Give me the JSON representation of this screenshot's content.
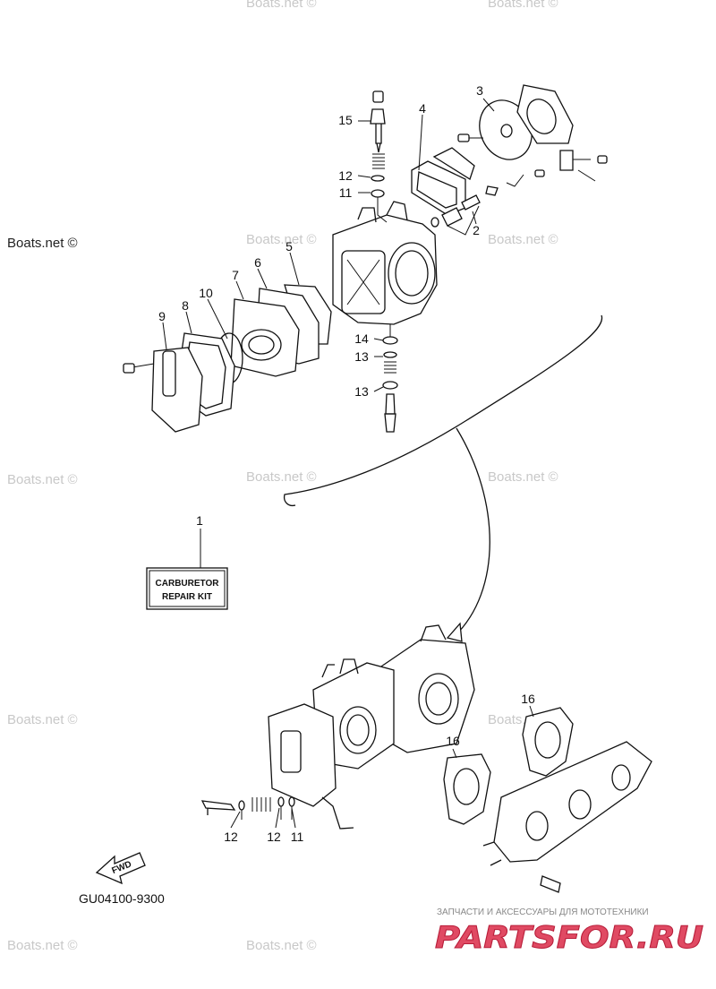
{
  "watermarks": {
    "text": "Boats.net ©",
    "items": [
      "Boats.net ©",
      "Boats.net ©",
      "Boats.net ©",
      "Boats.net ©",
      "Boats.net ©",
      "Boats.net ©",
      "Boats.net ©",
      "Boats.net ©",
      "Boats.net ©",
      "Boats.net ©",
      "Boats.net ©",
      "Boats.net ©"
    ]
  },
  "callouts": {
    "c1": "1",
    "c2": "2",
    "c3": "3",
    "c4": "4",
    "c5": "5",
    "c6": "6",
    "c7": "7",
    "c8": "8",
    "c9": "9",
    "c10": "10",
    "c11a": "11",
    "c11b": "11",
    "c12a": "12",
    "c12b": "12",
    "c12c": "12",
    "c13a": "13",
    "c13b": "13",
    "c14": "14",
    "c15": "15",
    "c16a": "16",
    "c16b": "16"
  },
  "kit_box": {
    "line1": "CARBURETOR",
    "line2": "REPAIR KIT"
  },
  "fwd_label": "FWD",
  "diagram_code": "GU04100-9300",
  "brand": {
    "subtitle": "ЗАПЧАСТИ И АКСЕССУАРЫ ДЛЯ МОТОТЕХНИКИ",
    "logo_text": "PARTSFOR.RU"
  },
  "colors": {
    "line": "#111111",
    "watermark": "#c8c8c8",
    "brand": "#e04a63"
  }
}
